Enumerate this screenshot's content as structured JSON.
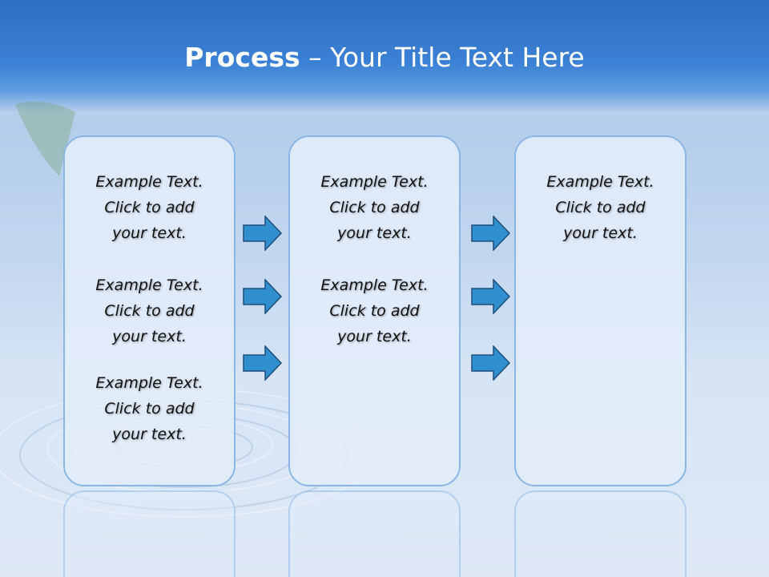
{
  "title": {
    "bold": "Process",
    "rest": " – Your Title Text Here"
  },
  "colors": {
    "header": "#3a80d4",
    "box_border": "#8ab6e6",
    "arrow_fill": "#2f8fcf",
    "arrow_stroke": "#1f4f7a"
  },
  "icons": {
    "arrow": "right-arrow-icon"
  },
  "columns": [
    {
      "items": [
        {
          "l1": "Example Text.",
          "l2": "Click  to add",
          "l3": "your text."
        },
        {
          "l1": "Example Text.",
          "l2": "Click  to add",
          "l3": "your text."
        },
        {
          "l1": "Example Text.",
          "l2": "Click  to add",
          "l3": "your text."
        }
      ]
    },
    {
      "items": [
        {
          "l1": "Example Text.",
          "l2": "Click  to add",
          "l3": "your text."
        },
        {
          "l1": "Example Text.",
          "l2": "Click  to add",
          "l3": "your text."
        }
      ]
    },
    {
      "items": [
        {
          "l1": "Example Text.",
          "l2": "Click  to add",
          "l3": "your text."
        }
      ]
    }
  ]
}
